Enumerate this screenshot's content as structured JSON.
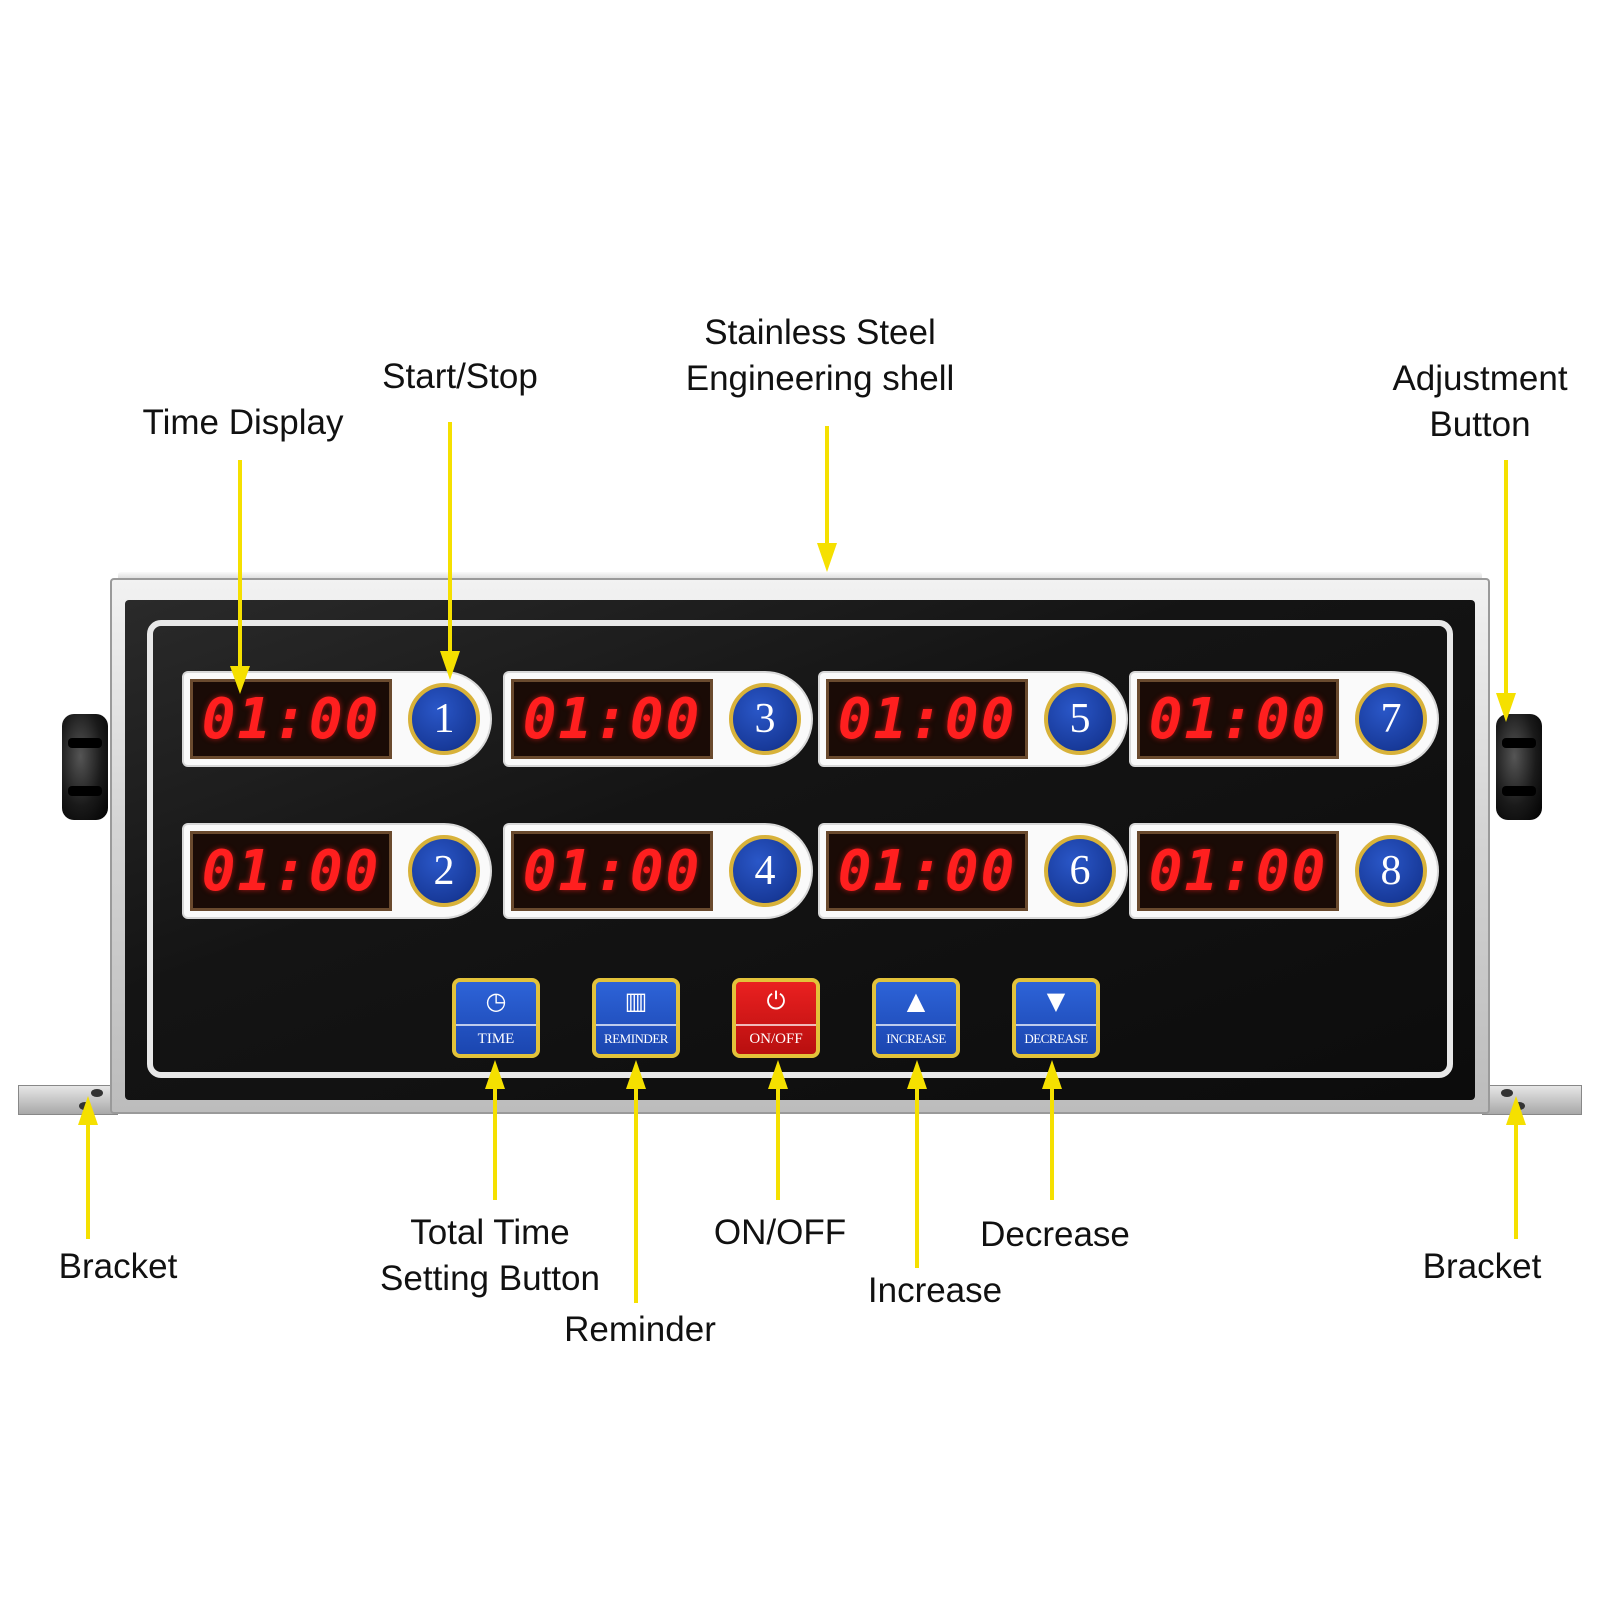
{
  "labels": {
    "stainless": [
      "Stainless Steel",
      "Engineering shell"
    ],
    "start_stop": "Start/Stop",
    "time_display": "Time Display",
    "adjustment": [
      "Adjustment",
      "Button"
    ],
    "bracket_left": "Bracket",
    "bracket_right": "Bracket",
    "total_time": [
      "Total Time",
      "Setting Button"
    ],
    "reminder": "Reminder",
    "on_off": "ON/OFF",
    "increase": "Increase",
    "decrease": "Decrease"
  },
  "timers": [
    {
      "display": "01:00",
      "number": "1"
    },
    {
      "display": "01:00",
      "number": "3"
    },
    {
      "display": "01:00",
      "number": "5"
    },
    {
      "display": "01:00",
      "number": "7"
    },
    {
      "display": "01:00",
      "number": "2"
    },
    {
      "display": "01:00",
      "number": "4"
    },
    {
      "display": "01:00",
      "number": "6"
    },
    {
      "display": "01:00",
      "number": "8"
    }
  ],
  "keys": [
    {
      "label": "TIME",
      "icon": "clock-icon",
      "symbol": "◷"
    },
    {
      "label": "REMINDER",
      "icon": "fryer-basket-icon",
      "symbol": "▥"
    },
    {
      "label": "ON/OFF",
      "icon": "power-icon",
      "symbol": "⏻"
    },
    {
      "label": "INCREASE",
      "icon": "triangle-up-icon",
      "symbol": "▲"
    },
    {
      "label": "DECREASE",
      "icon": "triangle-down-icon",
      "symbol": "▼"
    }
  ],
  "colors": {
    "arrow": "#f5e000",
    "led": "#ff1f1f",
    "button_blue": "#1b46b0",
    "button_red": "#d01515",
    "button_border": "#e2c23a"
  }
}
